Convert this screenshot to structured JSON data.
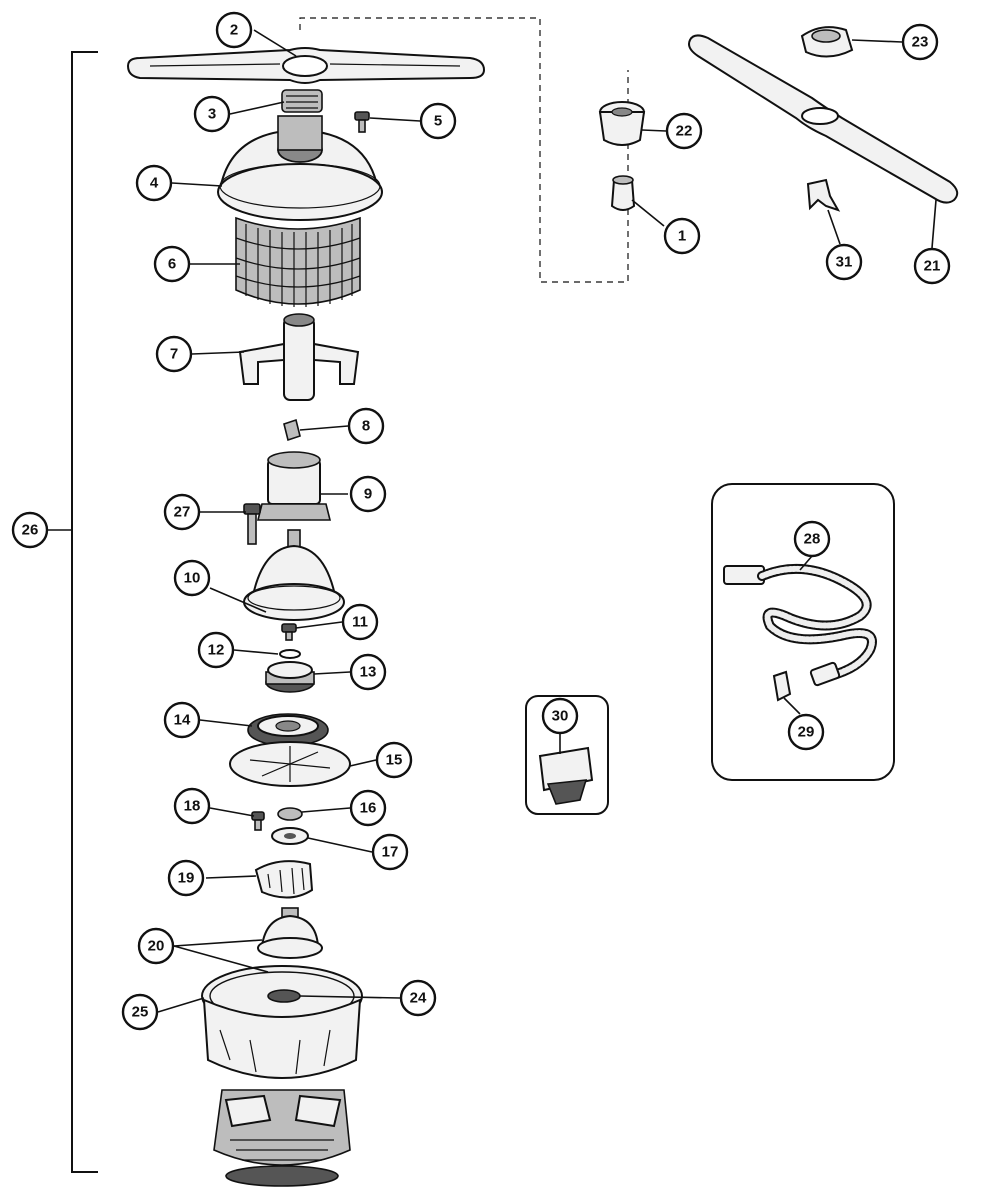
{
  "callouts": [
    {
      "label": "1"
    },
    {
      "label": "2"
    },
    {
      "label": "3"
    },
    {
      "label": "4"
    },
    {
      "label": "5"
    },
    {
      "label": "6"
    },
    {
      "label": "7"
    },
    {
      "label": "8"
    },
    {
      "label": "9"
    },
    {
      "label": "10"
    },
    {
      "label": "11"
    },
    {
      "label": "12"
    },
    {
      "label": "13"
    },
    {
      "label": "14"
    },
    {
      "label": "15"
    },
    {
      "label": "16"
    },
    {
      "label": "17"
    },
    {
      "label": "18"
    },
    {
      "label": "19"
    },
    {
      "label": "20"
    },
    {
      "label": "21"
    },
    {
      "label": "22"
    },
    {
      "label": "23"
    },
    {
      "label": "24"
    },
    {
      "label": "25"
    },
    {
      "label": "26"
    },
    {
      "label": "27"
    },
    {
      "label": "28"
    },
    {
      "label": "29"
    },
    {
      "label": "30"
    },
    {
      "label": "31"
    }
  ],
  "colors": {
    "ink": "#111111",
    "paper": "#ffffff",
    "shade": "#555555"
  }
}
